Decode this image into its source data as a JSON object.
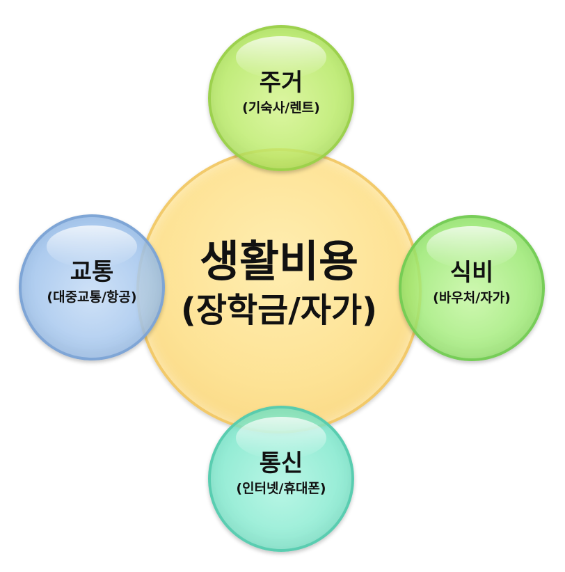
{
  "center": {
    "title": "생활비용",
    "subtitle": "(장학금/자가)"
  },
  "nodes": {
    "top": {
      "title": "주거",
      "subtitle": "(기숙사/렌트)"
    },
    "left": {
      "title": "교통",
      "subtitle": "(대중교통/항공)"
    },
    "right": {
      "title": "식비",
      "subtitle": "(바우처/자가)"
    },
    "bottom": {
      "title": "통신",
      "subtitle": "(인터넷/휴대폰)"
    }
  },
  "colors": {
    "center": "#fde08c",
    "top": "#b4e85f",
    "left": "#a0c3ec",
    "right": "#98e86e",
    "bottom": "#7ee8cc"
  }
}
